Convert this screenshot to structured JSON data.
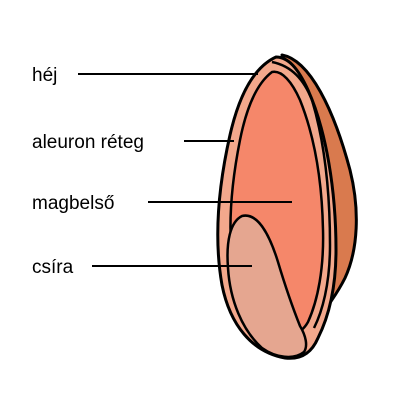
{
  "diagram": {
    "labels": {
      "hull": "héj",
      "aleurone": "aleuron réteg",
      "endosperm": "magbelső",
      "germ": "csíra"
    },
    "colors": {
      "hull_back": "#d97a4e",
      "shell": "#f3a88c",
      "endosperm": "#f5876a",
      "germ": "#e5a690",
      "outline": "#000000"
    }
  }
}
